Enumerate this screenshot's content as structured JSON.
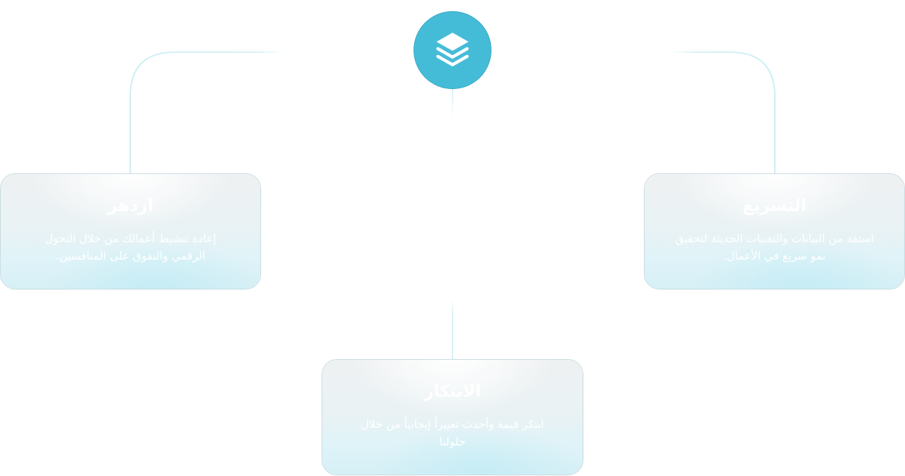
{
  "hub": {
    "icon": "layers-icon",
    "color": "#45bcd7"
  },
  "colors": {
    "connector": "#cdeef5",
    "card_border": "#c7dbe0",
    "text": "#ffffff"
  },
  "cards": {
    "right": {
      "title": "التسريع",
      "description": "استفد من البيانات والتقنيات الحديثة لتحقيق نمو سريع في الأعمال."
    },
    "left": {
      "title": "ازدهر",
      "description": "إعادة تنشيط أعمالك من خلال التحول الرقمي والتفوق على المنافسين."
    },
    "bottom": {
      "title": "الابتكار",
      "description": "ابتكر قيمة وأحدث تغييراً إيجابياً من خلال حلولنا"
    }
  }
}
